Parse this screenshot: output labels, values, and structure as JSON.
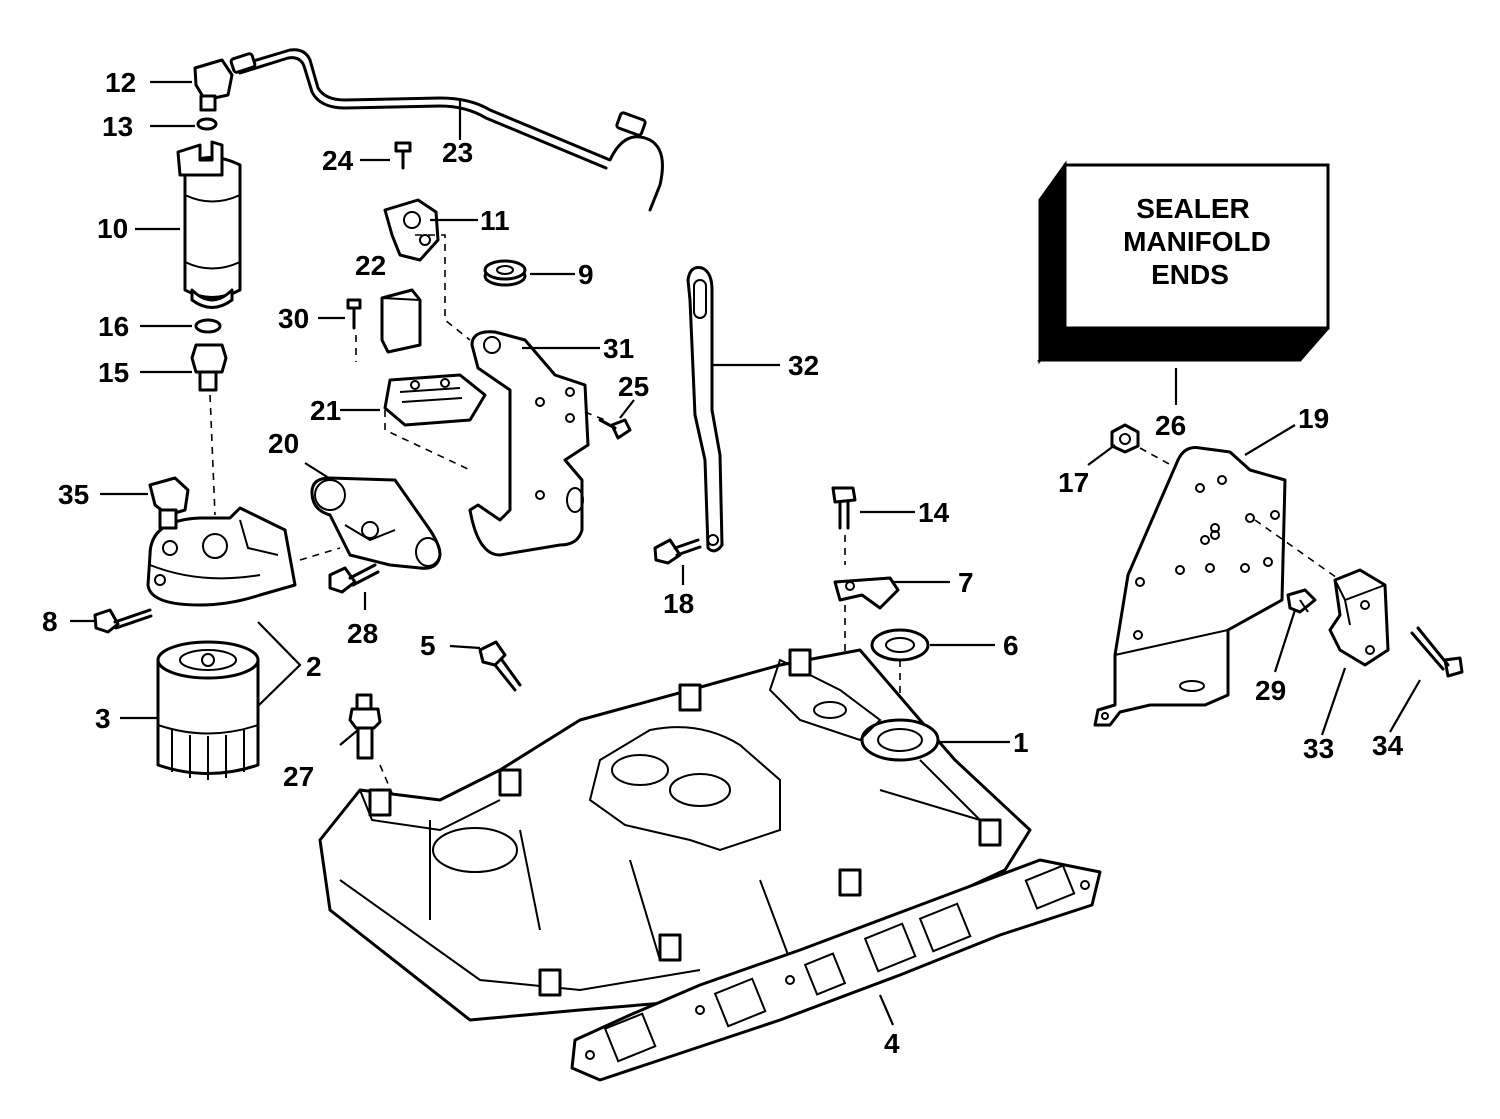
{
  "diagram": {
    "sealer_box": {
      "line1": "SEALER",
      "line2": "MANIFOLD",
      "line3": "ENDS"
    },
    "callouts": [
      {
        "id": "c1",
        "label": "1"
      },
      {
        "id": "c2",
        "label": "2"
      },
      {
        "id": "c3",
        "label": "3"
      },
      {
        "id": "c4",
        "label": "4"
      },
      {
        "id": "c5",
        "label": "5"
      },
      {
        "id": "c6",
        "label": "6"
      },
      {
        "id": "c7",
        "label": "7"
      },
      {
        "id": "c8",
        "label": "8"
      },
      {
        "id": "c9",
        "label": "9"
      },
      {
        "id": "c10",
        "label": "10"
      },
      {
        "id": "c11",
        "label": "11"
      },
      {
        "id": "c12",
        "label": "12"
      },
      {
        "id": "c13",
        "label": "13"
      },
      {
        "id": "c14",
        "label": "14"
      },
      {
        "id": "c15",
        "label": "15"
      },
      {
        "id": "c16",
        "label": "16"
      },
      {
        "id": "c17",
        "label": "17"
      },
      {
        "id": "c18",
        "label": "18"
      },
      {
        "id": "c19",
        "label": "19"
      },
      {
        "id": "c20",
        "label": "20"
      },
      {
        "id": "c21",
        "label": "21"
      },
      {
        "id": "c22",
        "label": "22"
      },
      {
        "id": "c23",
        "label": "23"
      },
      {
        "id": "c24",
        "label": "24"
      },
      {
        "id": "c25",
        "label": "25"
      },
      {
        "id": "c26",
        "label": "26"
      },
      {
        "id": "c27",
        "label": "27"
      },
      {
        "id": "c28",
        "label": "28"
      },
      {
        "id": "c29",
        "label": "29"
      },
      {
        "id": "c30",
        "label": "30"
      },
      {
        "id": "c31",
        "label": "31"
      },
      {
        "id": "c32",
        "label": "32"
      },
      {
        "id": "c33",
        "label": "33"
      },
      {
        "id": "c34",
        "label": "34"
      },
      {
        "id": "c35",
        "label": "35"
      }
    ]
  }
}
